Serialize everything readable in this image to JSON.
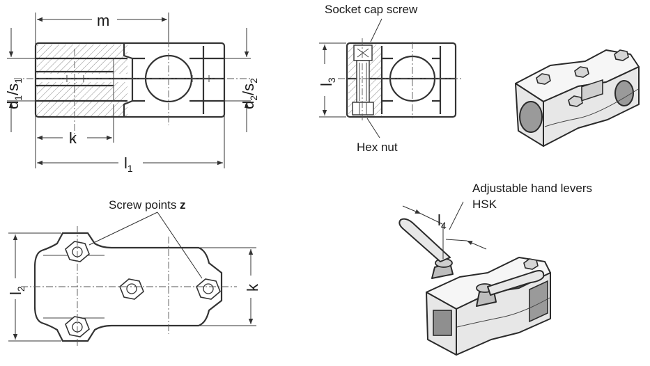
{
  "labels": {
    "dim_m": "m",
    "dim_d1s1_main": "d",
    "dim_d1s1_sub": "1",
    "dim_d1s1_sep": "/s",
    "dim_d1s1_sub2": "1",
    "dim_d2s2_main": "d",
    "dim_d2s2_sub": "2",
    "dim_d2s2_sep": "/s",
    "dim_d2s2_sub2": "2",
    "dim_k_top": "k",
    "dim_l1_main": "l",
    "dim_l1_sub": "1",
    "dim_l3_main": "l",
    "dim_l3_sub": "3",
    "dim_l2_main": "l",
    "dim_l2_sub": "2",
    "dim_k_bottom": "k",
    "dim_l4_main": "l",
    "dim_l4_sub": "4",
    "socket_cap_screw": "Socket cap screw",
    "hex_nut": "Hex nut",
    "screw_points": "Screw points ",
    "screw_points_z": "z",
    "hand_levers_line1": "Adjustable hand levers",
    "hand_levers_line2": "HSK"
  }
}
